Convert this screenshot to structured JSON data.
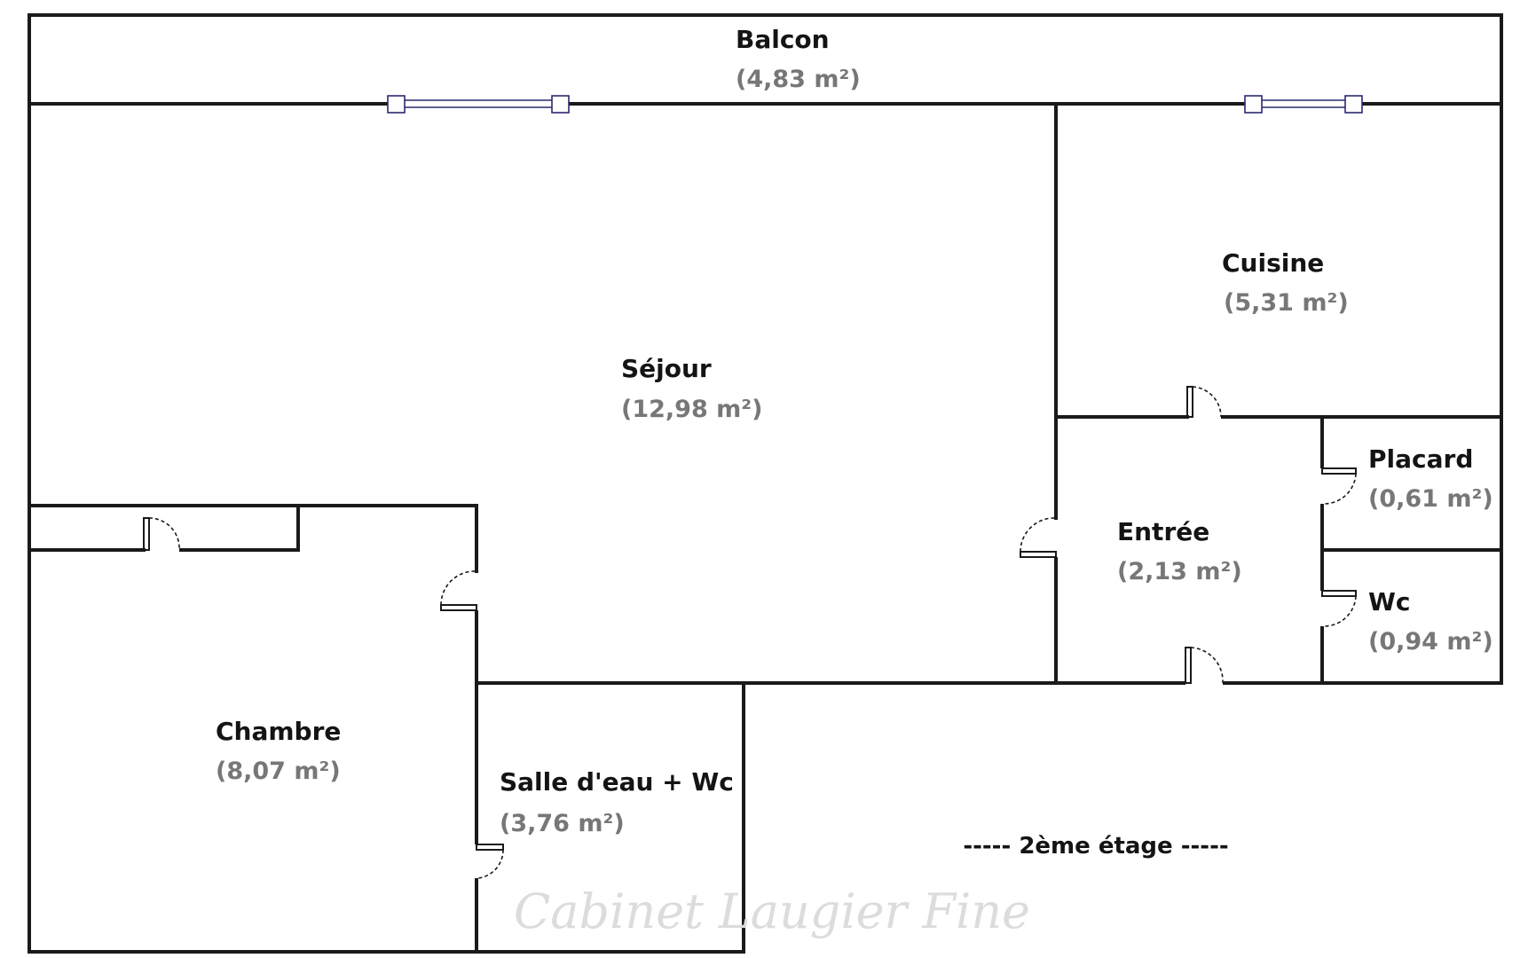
{
  "rooms": {
    "balcon": {
      "name": "Balcon",
      "area": "(4,83 m²)"
    },
    "sejour": {
      "name": "Séjour",
      "area": "(12,98 m²)"
    },
    "cuisine": {
      "name": "Cuisine",
      "area": "(5,31 m²)"
    },
    "placard": {
      "name": "Placard",
      "area": "(0,61 m²)"
    },
    "entree": {
      "name": "Entrée",
      "area": "(2,13 m²)"
    },
    "wc": {
      "name": "Wc",
      "area": "(0,94 m²)"
    },
    "chambre": {
      "name": "Chambre",
      "area": "(8,07 m²)"
    },
    "salle": {
      "name": "Salle d'eau + Wc",
      "area": "(3,76 m²)"
    }
  },
  "floor_label": "-----  2ème étage  -----",
  "watermark": "Cabinet Laugier Fine"
}
